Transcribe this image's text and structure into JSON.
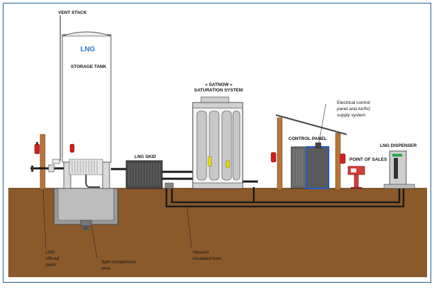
{
  "labels": {
    "vent_stack": "VENT STACK",
    "lng": "LNG",
    "storage_tank": "STORAGE TANK",
    "satnow_line1": "« SATNOW »",
    "satnow_line2": "SATURATION SYSTEM",
    "lng_skid": "LNG SKID",
    "control_panel": "CONTROL PANEL",
    "electrical_line1": "Electrical control",
    "electrical_line2": "panel and Air/N2",
    "electrical_line3": "supply system",
    "point_of_sales": "POINT OF SALES",
    "lng_dispenser": "LNG DISPENSER",
    "offload_line1": "LNG",
    "offload_line2": "offload",
    "offload_line3": "point",
    "spill_line1": "Spill containment",
    "spill_line2": "area",
    "vacuum_line1": "Vacuum",
    "vacuum_line2": "insulated lines"
  },
  "colors": {
    "ground": "#8b5a2b",
    "ground_dark": "#6e4520",
    "frame": "#1f5b8a",
    "lng_text": "#1f78c8",
    "post": "#b8743a",
    "extinguisher": "#d22020",
    "pos_terminal": "#d2403a"
  }
}
